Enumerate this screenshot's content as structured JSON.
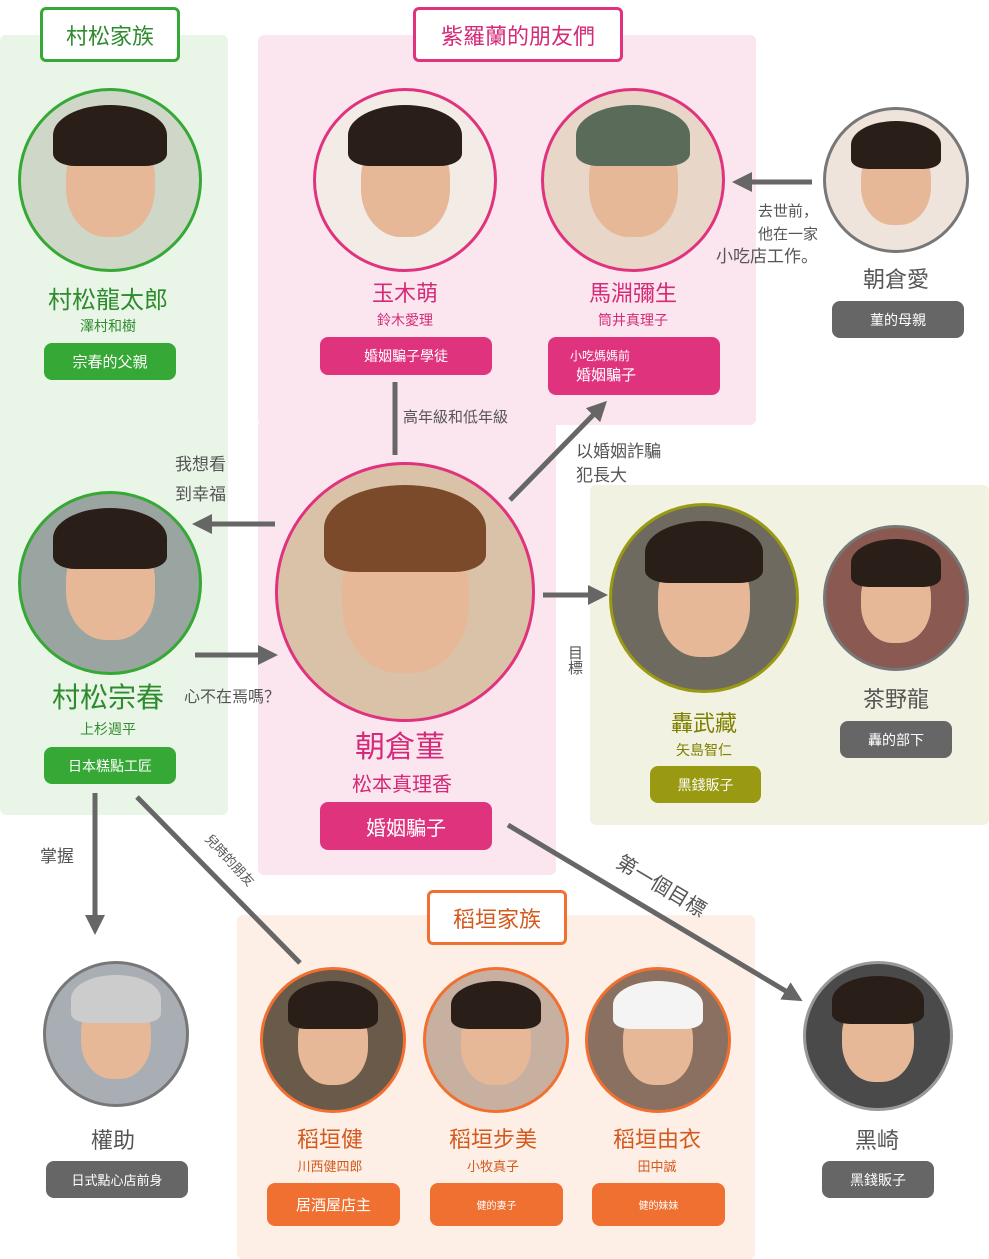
{
  "groups": {
    "muramatsu": "村松家族",
    "violet_friends": "紫羅蘭的朋友們",
    "inagaki": "稻垣家族"
  },
  "people": {
    "ryutaro": {
      "name": "村松龍太郎",
      "actor": "澤村和樹",
      "role": "宗春的父親"
    },
    "moe": {
      "name": "玉木萌",
      "actor": "鈴木愛理",
      "role": "婚姻騙子學徒"
    },
    "yayoi": {
      "name": "馬淵彌生",
      "actor": "筒井真理子",
      "role_line1": "小吃媽媽前",
      "role_line2": "婚姻騙子"
    },
    "ai": {
      "name": "朝倉愛",
      "role": "菫的母親"
    },
    "muneharu": {
      "name": "村松宗春",
      "actor": "上杉週平",
      "role": "日本糕點工匠"
    },
    "sumire": {
      "name": "朝倉菫",
      "actor": "松本真理香",
      "role": "婚姻騙子"
    },
    "todoroki": {
      "name": "轟武藏",
      "actor": "矢島智仁",
      "role": "黑錢販子"
    },
    "chano": {
      "name": "茶野龍",
      "role": "轟的部下"
    },
    "gonsuke": {
      "name": "權助",
      "role": "日式點心店前身"
    },
    "ken": {
      "name": "稻垣健",
      "actor": "川西健四郎",
      "role": "居酒屋店主"
    },
    "ayumi": {
      "name": "稻垣步美",
      "actor": "小牧真子",
      "role": "健的妻子"
    },
    "yui": {
      "name": "稻垣由衣",
      "actor": "田中誠",
      "role": "健的妹妹"
    },
    "kurosaki": {
      "name": "黑崎",
      "role": "黑錢販子"
    }
  },
  "relations": {
    "ai_yayoi": [
      "去世前，",
      "他在一家",
      "小吃店工作。"
    ],
    "moe_sumire": "高年級和低年級",
    "sumire_yayoi": [
      "以婚姻詐騙",
      "犯長大"
    ],
    "sumire_muneharu": [
      "我想看",
      "到幸福"
    ],
    "muneharu_sumire": "心不在焉嗎？",
    "sumire_todoroki": "目標",
    "muneharu_gonsuke": "掌握",
    "muneharu_ken": "兒時的朋友",
    "sumire_kurosaki": "第一個目標"
  },
  "colors": {
    "green": "#35a835",
    "pink": "#e0337e",
    "olive": "#9a9a12",
    "gray": "#666666",
    "orange": "#f07032"
  }
}
